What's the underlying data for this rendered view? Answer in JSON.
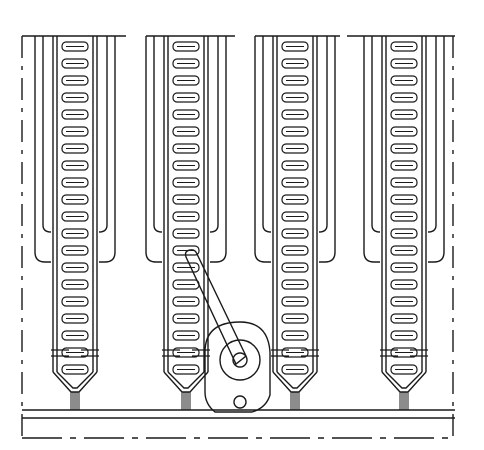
{
  "diagram": {
    "kind": "technical-line-drawing",
    "stroke_color": "#1a1a1a",
    "background": "#ffffff",
    "chain_columns": 4,
    "links_per_column": 20,
    "lever": {
      "present": true,
      "attached_between_columns": [
        2,
        3
      ]
    },
    "icons": {
      "chain": "ladder-chain-icon",
      "lever": "lever-arm-icon",
      "pivot": "pivot-hub-icon"
    }
  }
}
